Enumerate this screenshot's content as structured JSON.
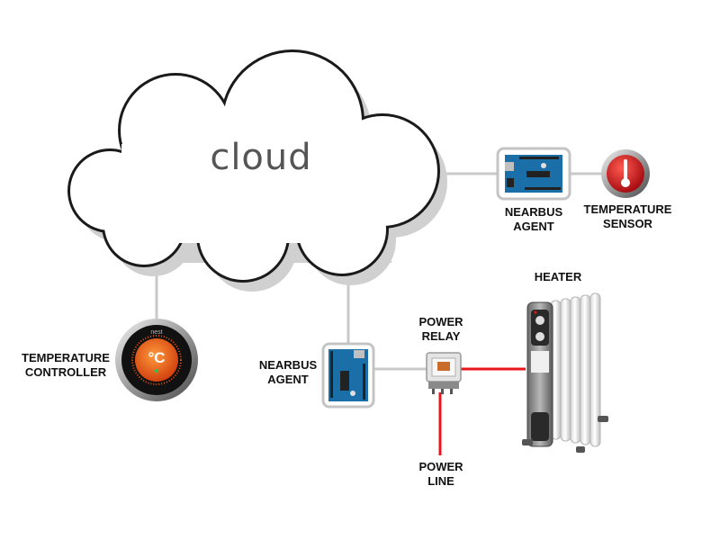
{
  "cloud": {
    "label": "cloud"
  },
  "labels": {
    "nearbus_agent_top": [
      "NEARBUS",
      "AGENT"
    ],
    "temperature_sensor": [
      "TEMPERATURE",
      "SENSOR"
    ],
    "heater": [
      "HEATER"
    ],
    "power_relay": [
      "POWER",
      "RELAY"
    ],
    "temperature_controller": [
      "TEMPERATURE",
      "CONTROLLER"
    ],
    "nearbus_agent_bottom": [
      "NEARBUS",
      "AGENT"
    ],
    "power_line": [
      "POWER",
      "LINE"
    ]
  },
  "thermostat": {
    "brand": "nest",
    "display": "°C"
  },
  "colors": {
    "connector": "#c9c9c9",
    "power_wire": "#e8151b",
    "board": "#1b6fa8",
    "sensor_red": "#d4141c",
    "thermostat_orange": "#e8561a"
  }
}
